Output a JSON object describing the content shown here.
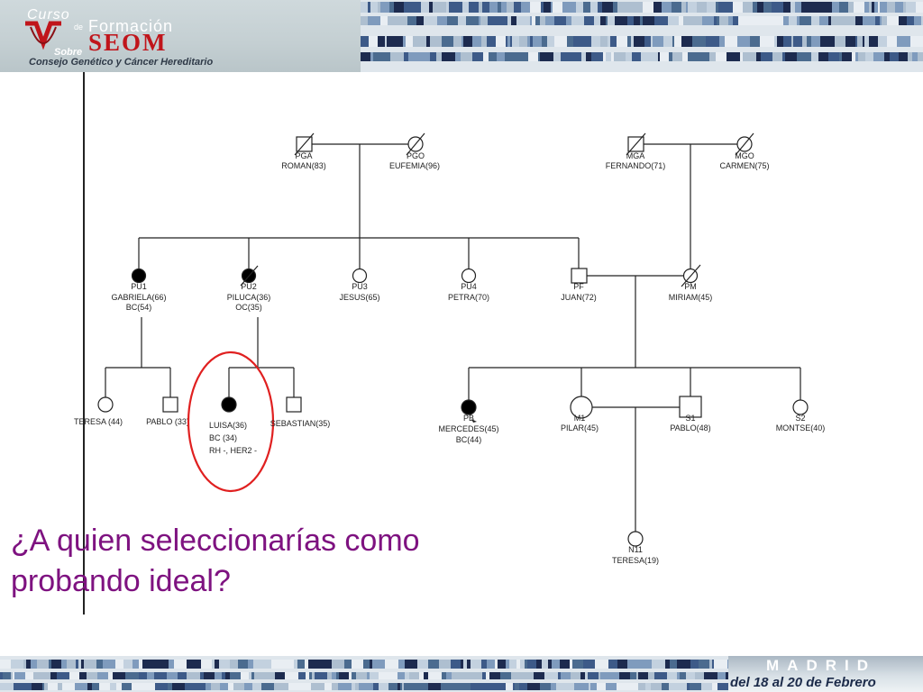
{
  "header": {
    "logo_curso": "Curso",
    "logo_de": "de",
    "logo_formacion": "Formación",
    "logo_seom": "SEOM",
    "logo_sobre": "Sobre",
    "logo_subtitle": "Consejo Genético y Cáncer Hereditario",
    "brand_red": "#c0151b"
  },
  "footer": {
    "city": "MADRID",
    "dates": "del 18 al 20 de Febrero"
  },
  "question": {
    "line1": "¿A quien seleccionarías como",
    "line2": "probando ideal?",
    "color": "#7e1280"
  },
  "pedigree": {
    "highlight_color": "#e02020",
    "people": [
      {
        "id": "pga",
        "code": "PGA",
        "name": "ROMAN(83)",
        "sex": "male",
        "affected": false,
        "deceased": true
      },
      {
        "id": "pgo",
        "code": "PGO",
        "name": "EUFEMIA(96)",
        "sex": "female",
        "affected": false,
        "deceased": true
      },
      {
        "id": "mga",
        "code": "MGA",
        "name": "FERNANDO(71)",
        "sex": "male",
        "affected": false,
        "deceased": true
      },
      {
        "id": "mgo",
        "code": "MGO",
        "name": "CARMEN(75)",
        "sex": "female",
        "affected": false,
        "deceased": true
      },
      {
        "id": "pu1",
        "code": "PU1",
        "name": "GABRIELA(66)",
        "extra": "BC(54)",
        "sex": "female",
        "affected": true,
        "deceased": false
      },
      {
        "id": "pu2",
        "code": "PU2",
        "name": "PILUCA(36)",
        "extra": "OC(35)",
        "sex": "female",
        "affected": true,
        "deceased": true
      },
      {
        "id": "pu3",
        "code": "PU3",
        "name": "JESUS(65)",
        "sex": "female",
        "affected": false,
        "deceased": false
      },
      {
        "id": "pu4",
        "code": "PU4",
        "name": "PETRA(70)",
        "sex": "female",
        "affected": false,
        "deceased": false
      },
      {
        "id": "pf",
        "code": "PF",
        "name": "JUAN(72)",
        "sex": "male",
        "affected": false,
        "deceased": false
      },
      {
        "id": "pm",
        "code": "PM",
        "name": "MIRIAM(45)",
        "sex": "female",
        "affected": false,
        "deceased": true
      },
      {
        "id": "teresa44",
        "name": "TERESA (44)",
        "sex": "female",
        "affected": false,
        "deceased": false
      },
      {
        "id": "pablo33",
        "name": "PABLO (33)",
        "sex": "male",
        "affected": false,
        "deceased": false
      },
      {
        "id": "luisa",
        "name": "LUISA(36)",
        "extra": "BC (34)",
        "extra2": "RH -, HER2 -",
        "sex": "female",
        "affected": true,
        "deceased": false
      },
      {
        "id": "sebastian",
        "name": "SEBASTIAN(35)",
        "sex": "male",
        "affected": false,
        "deceased": false
      },
      {
        "id": "pb",
        "code": "PB",
        "name": "MERCEDES(45)",
        "extra": "BC(44)",
        "sex": "female",
        "affected": true,
        "deceased": false
      },
      {
        "id": "m1",
        "code": "M1",
        "name": "PILAR(45)",
        "sex": "female",
        "affected": false,
        "deceased": false
      },
      {
        "id": "s1",
        "code": "S1",
        "name": "PABLO(48)",
        "sex": "male",
        "affected": false,
        "deceased": false
      },
      {
        "id": "s2",
        "code": "S2",
        "name": "MONTSE(40)",
        "sex": "female",
        "affected": false,
        "deceased": false
      },
      {
        "id": "n11",
        "code": "N11",
        "name": "TERESA(19)",
        "sex": "female",
        "affected": false,
        "deceased": false
      }
    ]
  }
}
